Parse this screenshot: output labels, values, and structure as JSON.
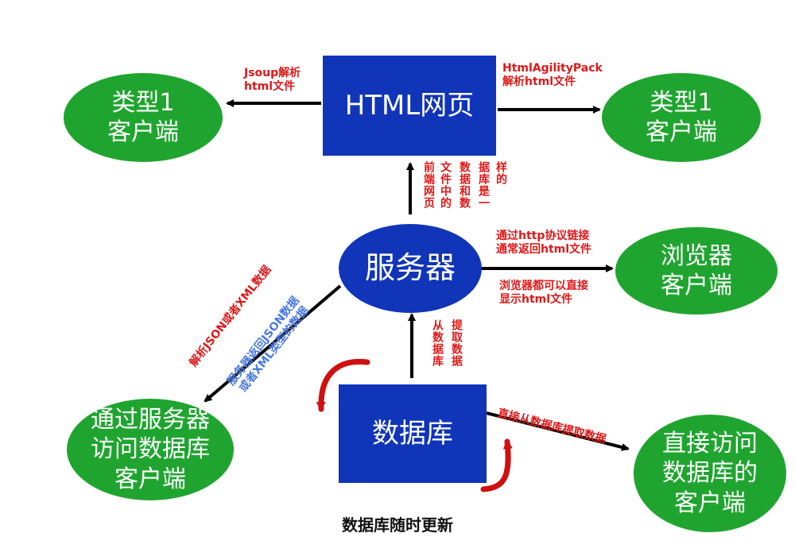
{
  "nodes": {
    "client_type1_left": "类型1\n客户端",
    "html_page": "HTML网页",
    "client_type1_right": "类型1\n客户端",
    "server": "服务器",
    "browser_client": "浏览器\n客户端",
    "server_db_client": "通过服务器\n访问数据库\n客户端",
    "database": "数据库",
    "direct_db_client": "直接访问\n数据库的\n客户端"
  },
  "labels": {
    "jsoup": "Jsoup解析\nhtml文件",
    "htmlagility": "HtmlAgilityPack\n解析html文件",
    "frontend_col1": "前端网页",
    "frontend_col2": "文件中的",
    "frontend_col3": "数据和数",
    "frontend_col4": "据库是一",
    "frontend_col5": "样的",
    "http_link": "通过http协议链接\n通常返回html文件",
    "browser_display": "浏览器都可以直接\n显示html文件",
    "parse_json": "解析JSON或者XML数据",
    "server_return": "服务器返回JSON数据\n或者XML类型的数据",
    "fetch_col1": "从数据库",
    "fetch_col2": "提取数据",
    "direct_fetch": "直接从数据库提取数据",
    "db_updates": "数据库随时更新"
  },
  "colors": {
    "ellipse_green": "#1fa52f",
    "box_blue": "#1035b8",
    "label_red": "#e01818",
    "label_blue": "#4a78e0",
    "arrow_black": "#000000",
    "curl_red": "#d01010"
  }
}
